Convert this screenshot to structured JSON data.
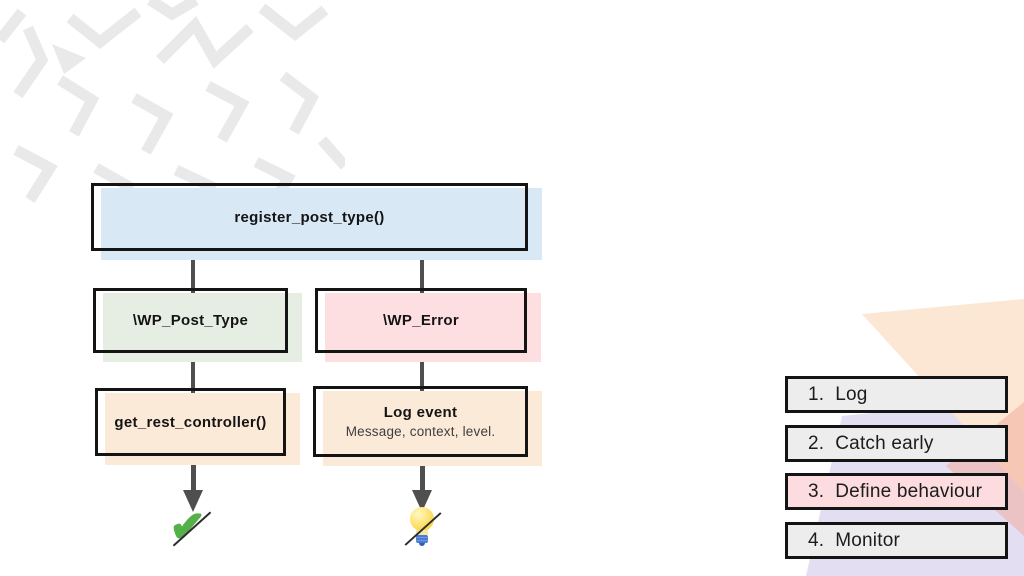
{
  "colors": {
    "box-blue": "#d9e8f5",
    "box-green": "#e6ede2",
    "box-pink": "#fedfe1",
    "box-peach": "#fcead9",
    "list-gray": "#ededed",
    "list-pink": "#fcdcde",
    "bg-peach": "#fbe7d3",
    "bg-lavender": "#e4def2",
    "bg-salmon": "#f2a898",
    "line-gray": "#4f4f4f",
    "border-black": "#141414",
    "doodle-gray": "#e9e9e9",
    "check-green": "#55b04a",
    "text-dark": "#1a1a1a"
  },
  "flowchart": {
    "register_box": {
      "label": "register_post_type()"
    },
    "post_type_box": {
      "label": "\\WP_Post_Type"
    },
    "error_box": {
      "label": "\\WP_Error"
    },
    "controller_box": {
      "label": "get_rest_controller()"
    },
    "log_box": {
      "title": "Log event",
      "subtitle": "Message, context, level."
    },
    "success_glyph": "✔"
  },
  "checklist": {
    "items": [
      {
        "number": "1.",
        "label": "Log",
        "highlighted": false
      },
      {
        "number": "2.",
        "label": "Catch early",
        "highlighted": false
      },
      {
        "number": "3.",
        "label": "Define behaviour",
        "highlighted": true
      },
      {
        "number": "4.",
        "label": "Monitor",
        "highlighted": false
      }
    ]
  }
}
